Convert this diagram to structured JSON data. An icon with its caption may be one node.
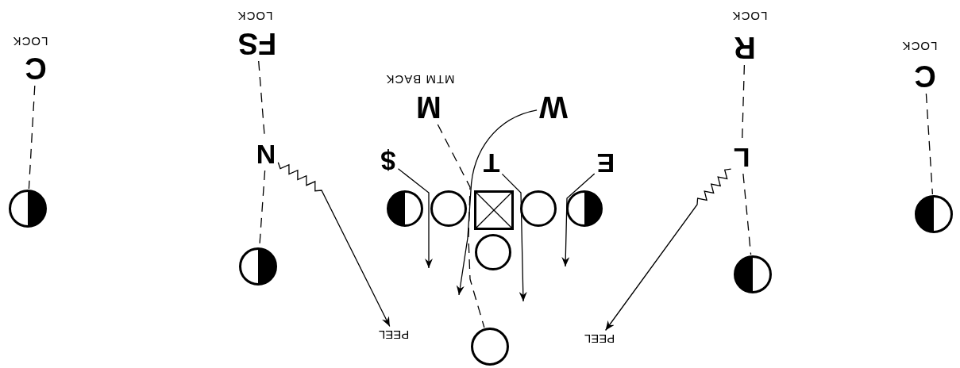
{
  "diagram": {
    "nodes": [
      {
        "text": [
          "FS"
        ],
        "beside": [
          "LOCK"
        ]
      },
      {
        "text": [
          "R"
        ],
        "beside": [
          "LOCK"
        ]
      },
      {
        "text": [
          "C"
        ],
        "beside": [
          "LOCK"
        ]
      },
      {
        "text": [
          "C"
        ],
        "beside": [
          "LOCK"
        ]
      },
      {
        "text": [
          "M"
        ],
        "beside": [
          "MTM BACK"
        ]
      },
      {
        "text": [
          "W"
        ]
      },
      {
        "text": [
          "N"
        ]
      },
      {
        "text": [
          "L"
        ]
      },
      {
        "text": [
          "$"
        ]
      },
      {
        "text": [
          "T"
        ]
      },
      {
        "text": [
          "E"
        ]
      },
      {
        "text": [],
        "shape": "circle"
      },
      {
        "text": [],
        "shape": "circle"
      },
      {
        "text": [],
        "shape": "circle"
      },
      {
        "text": [],
        "shape": "box"
      },
      {
        "text": [],
        "shape": "circle"
      },
      {
        "text": [],
        "shape": "circle"
      },
      {
        "text": [],
        "shape": "circle"
      },
      {
        "text": [],
        "shape": "circle"
      },
      {
        "text": [],
        "shape": "circle"
      },
      {
        "text": [],
        "shape": "circle"
      },
      {
        "text": [
          "PEEL"
        ]
      },
      {
        "text": [
          "PEEL"
        ]
      },
      {
        "text": [],
        "shape": "circle"
      }
    ],
    "edges": [
      {
        "from": 0,
        "to": 6,
        "arrow": "none",
        "style": "dashed"
      },
      {
        "from": 6,
        "to": 19,
        "arrow": "none",
        "style": "dashed"
      },
      {
        "from": 1,
        "to": 7,
        "arrow": "none",
        "style": "dashed"
      },
      {
        "from": 7,
        "to": 20,
        "arrow": "none",
        "style": "dashed"
      },
      {
        "from": 2,
        "to": 11,
        "arrow": "none",
        "style": "dashed"
      },
      {
        "from": 3,
        "to": 17,
        "arrow": "none",
        "style": "dashed"
      },
      {
        "from": 4,
        "to": 23,
        "arrow": "none",
        "style": "dashed"
      },
      {
        "from": 6,
        "to": 21,
        "arrow": "to"
      },
      {
        "from": 7,
        "to": 22,
        "arrow": "to"
      },
      {
        "from": 5,
        "to": null,
        "arrow": "to"
      },
      {
        "from": 8,
        "to": null,
        "arrow": "to"
      },
      {
        "from": 9,
        "to": null,
        "arrow": "to"
      },
      {
        "from": 10,
        "to": null,
        "arrow": "to"
      }
    ]
  }
}
